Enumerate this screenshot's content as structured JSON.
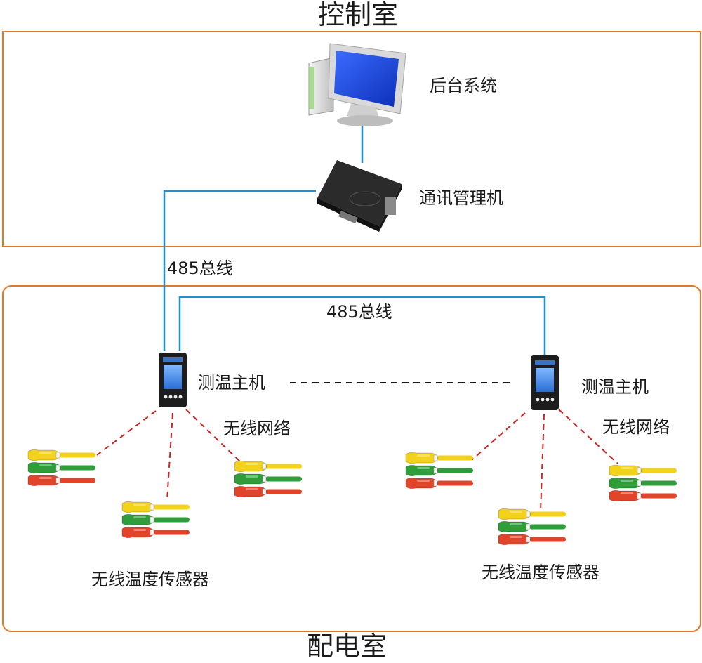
{
  "control_room": {
    "title": "控制室",
    "border_color": "#e07a2a"
  },
  "distribution_room": {
    "title": "配电室",
    "border_color": "#e07a2a"
  },
  "backend": {
    "label": "后台系统",
    "icon": "desktop-computer-icon"
  },
  "comm_manager": {
    "label": "通讯管理机",
    "icon": "serial-server-icon"
  },
  "bus_labels": {
    "left": "485总线",
    "top": "485总线"
  },
  "hosts": [
    {
      "label": "测温主机",
      "icon": "temperature-host-icon"
    },
    {
      "label": "测温主机",
      "icon": "temperature-host-icon"
    }
  ],
  "wireless": [
    {
      "label": "无线网络"
    },
    {
      "label": "无线网络"
    }
  ],
  "sensor_labels": [
    {
      "label": "无线温度传感器"
    },
    {
      "label": "无线温度传感器"
    }
  ],
  "colors": {
    "bus_line": "#1e8fcf",
    "wireless_link": "#cc2222",
    "phase_a": "#f2d21b",
    "phase_b": "#2f9e3a",
    "phase_c": "#e0452b"
  }
}
